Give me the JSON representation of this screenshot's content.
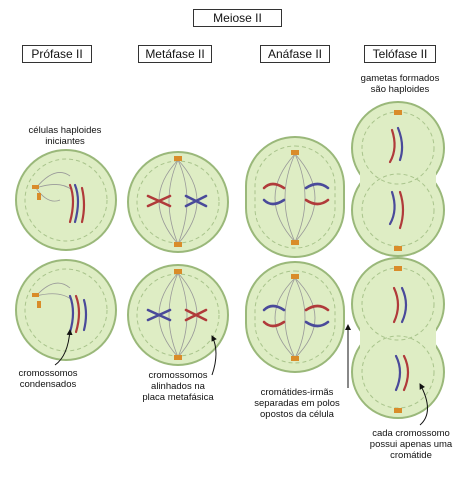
{
  "title": "Meiose II",
  "phases": [
    "Prófase II",
    "Metáfase II",
    "Anáfase II",
    "Telófase II"
  ],
  "captions": {
    "top_prophase": [
      "células haploides",
      "iniciantes"
    ],
    "top_telophase": [
      "gametas formados",
      "são haploides"
    ],
    "bottom_prophase": [
      "cromossomos",
      "condensados"
    ],
    "bottom_metaphase": [
      "cromossomos",
      "alinhados na",
      "placa metafásica"
    ],
    "bottom_anaphase": [
      "cromátides-irmãs",
      "separadas em polos",
      "opostos da célula"
    ],
    "bottom_telophase": [
      "cada cromossomo",
      "possui apenas uma",
      "cromátide"
    ]
  },
  "colors": {
    "cell_fill": "#deedc4",
    "cell_stroke": "#9ab87a",
    "chrom_red": "#b03a3a",
    "chrom_blue": "#4a4a9a",
    "centrosome": "#d98c2a"
  }
}
